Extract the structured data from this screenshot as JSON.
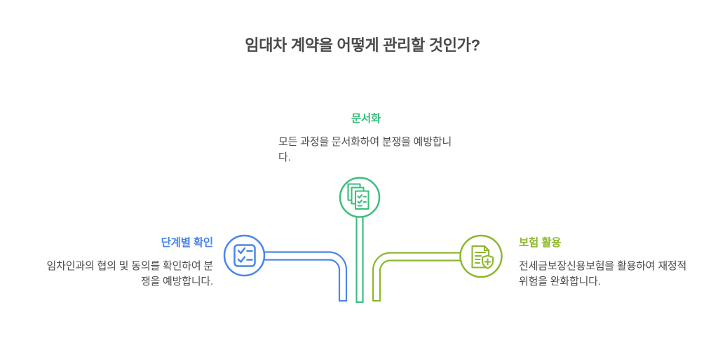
{
  "title": "임대차 계약을 어떻게 관리할 것인가?",
  "colors": {
    "title_text": "#4a4a4a",
    "body_text": "#4d4d4d",
    "green": "#3dbd7e",
    "blue": "#4a86e8",
    "olive": "#8db72e",
    "background": "#ffffff"
  },
  "nodes": {
    "documentation": {
      "label": "문서화",
      "description": "모든 과정을 문서화하여 분쟁을 예방합니다.",
      "icon": "stacked-documents-check-icon",
      "color": "#3dbd7e"
    },
    "step_check": {
      "label": "단계별 확인",
      "description": "임차인과의 협의 및 동의를 확인하여 분쟁을 예방합니다.",
      "icon": "checklist-icon",
      "color": "#4a86e8"
    },
    "insurance": {
      "label": "보험 활용",
      "description": "전세금보장신용보험을 활용하여 재정적 위험을 완화합니다.",
      "icon": "document-shield-plus-icon",
      "color": "#8db72e"
    }
  }
}
